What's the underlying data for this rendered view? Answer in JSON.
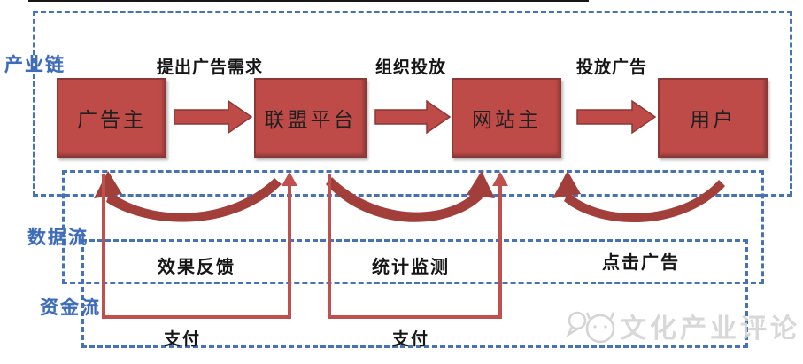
{
  "diagram": {
    "industry_chain": {
      "label": "产业链",
      "nodes": [
        "广告主",
        "联盟平台",
        "网站主",
        "用户"
      ],
      "flow_labels": [
        "提出广告需求",
        "组织投放",
        "投放广告"
      ]
    },
    "data_flow": {
      "label": "数据流",
      "flow_labels": [
        "效果反馈",
        "统计监测",
        "点击广告"
      ]
    },
    "money_flow": {
      "label": "资金流",
      "payment_labels": [
        "支付",
        "支付"
      ]
    },
    "watermark": {
      "text": "文化产业评论"
    },
    "colors": {
      "accent-blue": "#4673B8",
      "label-blue": "#3E6CB8",
      "box-red": "#BE4B48",
      "box-border": "#8C3836",
      "curve-red": "#A23F3B",
      "line-red": "#C0504D",
      "ink": "#161616",
      "watermark": "#d4d4d4"
    }
  }
}
